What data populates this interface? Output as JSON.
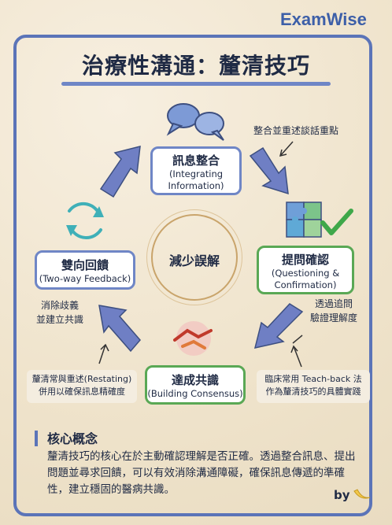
{
  "brand": "ExamWise",
  "title": "治療性溝通：釐清技巧",
  "center": "減少誤解",
  "nodes": {
    "top": {
      "main": "訊息整合",
      "sub1": "(Integrating",
      "sub2": "Information)"
    },
    "right": {
      "main": "提問確認",
      "sub1": "(Questioning &",
      "sub2": "Confirmation)"
    },
    "bottom": {
      "main": "達成共識",
      "sub1": "(Building Consensus)"
    },
    "left": {
      "main": "雙向回饋",
      "sub1": "(Two-way Feedback)"
    }
  },
  "notes": {
    "top_right": "整合並重述談話重點",
    "right_1": "透過追問",
    "right_2": "驗證理解度",
    "left_1": "消除歧義",
    "left_2": "並建立共識",
    "box_left_1": "釐清常與重述(Restating)",
    "box_left_2": "併用以確保訊息精確度",
    "box_right_1": "臨床常用 Teach-back 法",
    "box_right_2": "作為釐清技巧的具體實踐"
  },
  "core": {
    "title": "核心概念",
    "text": "釐清技巧的核心在於主動確認理解是否正確。透過整合訊息、提出問題並尋求回饋，可以有效消除溝通障礙，確保訊息傳遞的準確性，建立穩固的醫病共識。"
  },
  "by": "by",
  "colors": {
    "accent_blue": "#5b74b8",
    "accent_green": "#5aa855",
    "arrow": "#6f7fc4"
  }
}
